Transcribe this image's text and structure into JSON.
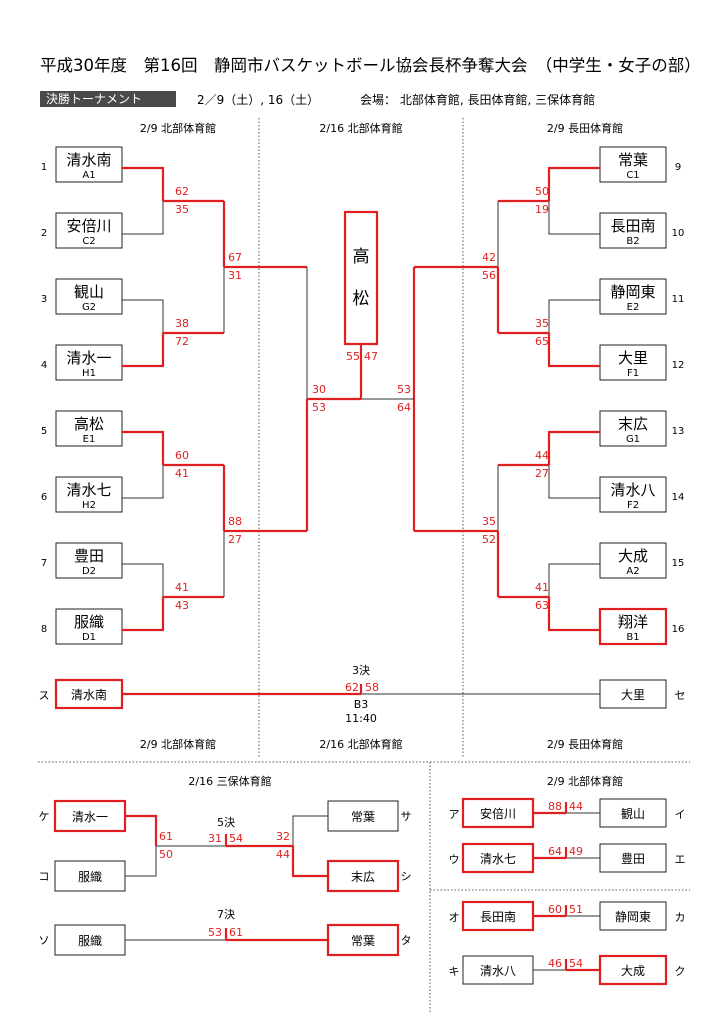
{
  "title": "平成30年度　第16回　静岡市バスケットボール協会長杯争奪大会　（中学生・女子の部）",
  "section_tag": "決勝トーナメント",
  "dates": "2／9（土）, 16（土）",
  "venues": "会場：  北部体育館,  長田体育館,  三保体育館",
  "column_headers": {
    "left": "2/9  北部体育館",
    "center": "2/16  北部体育館",
    "right": "2/9  長田体育館"
  },
  "teams_left": [
    {
      "num": "1",
      "name": "清水南",
      "code": "A1"
    },
    {
      "num": "2",
      "name": "安倍川",
      "code": "C2"
    },
    {
      "num": "3",
      "name": "観山",
      "code": "G2"
    },
    {
      "num": "4",
      "name": "清水一",
      "code": "H1"
    },
    {
      "num": "5",
      "name": "高松",
      "code": "E1"
    },
    {
      "num": "6",
      "name": "清水七",
      "code": "H2"
    },
    {
      "num": "7",
      "name": "豊田",
      "code": "D2"
    },
    {
      "num": "8",
      "name": "服織",
      "code": "D1"
    }
  ],
  "teams_right": [
    {
      "num": "9",
      "name": "常葉",
      "code": "C1"
    },
    {
      "num": "10",
      "name": "長田南",
      "code": "B2"
    },
    {
      "num": "11",
      "name": "静岡東",
      "code": "E2"
    },
    {
      "num": "12",
      "name": "大里",
      "code": "F1"
    },
    {
      "num": "13",
      "name": "末広",
      "code": "G1"
    },
    {
      "num": "14",
      "name": "清水八",
      "code": "F2"
    },
    {
      "num": "15",
      "name": "大成",
      "code": "A2"
    },
    {
      "num": "16",
      "name": "翔洋",
      "code": "B1"
    }
  ],
  "scores": {
    "l_r1_1": [
      "62",
      "35"
    ],
    "l_r1_2": [
      "38",
      "72"
    ],
    "l_r1_3": [
      "60",
      "41"
    ],
    "l_r1_4": [
      "41",
      "43"
    ],
    "l_r2_1": [
      "67",
      "31"
    ],
    "l_r2_2": [
      "88",
      "27"
    ],
    "l_sf": [
      "30",
      "53"
    ],
    "r_r1_1": [
      "50",
      "19"
    ],
    "r_r1_2": [
      "35",
      "65"
    ],
    "r_r1_3": [
      "44",
      "27"
    ],
    "r_r1_4": [
      "41",
      "63"
    ],
    "r_r2_1": [
      "42",
      "56"
    ],
    "r_r2_2": [
      "35",
      "52"
    ],
    "r_sf": [
      "53",
      "64"
    ],
    "final": [
      "55",
      "47"
    ]
  },
  "champion": [
    "高",
    "松"
  ],
  "third_place": {
    "title": "3決",
    "left_mark": "ス",
    "left_team": "清水南",
    "right_mark": "セ",
    "right_team": "大里",
    "scores": [
      "62",
      "58"
    ],
    "court": "B3",
    "time": "11:40"
  },
  "footer_headers": {
    "left": "2/9  北部体育館",
    "center": "2/16  北部体育館",
    "right": "2/9  長田体育館"
  },
  "consolation": {
    "header": "2/16  三保体育館",
    "semi": [
      {
        "mark": "ケ",
        "team": "清水一"
      },
      {
        "mark": "コ",
        "team": "服織"
      },
      {
        "mark": "サ",
        "team": "常葉"
      },
      {
        "mark": "シ",
        "team": "末広"
      }
    ],
    "semi_scores": {
      "left": [
        "61",
        "50"
      ],
      "right": [
        "32",
        "44"
      ]
    },
    "fifth_title": "5決",
    "fifth_scores": [
      "31",
      "54"
    ],
    "seventh": {
      "title": "7決",
      "left_mark": "ソ",
      "left_team": "服織",
      "right_mark": "タ",
      "right_team": "常葉",
      "scores": [
        "53",
        "61"
      ]
    }
  },
  "right_consolation": {
    "header": "2/9  北部体育館",
    "games": [
      {
        "lm": "ア",
        "lt": "安倍川",
        "rm": "イ",
        "rt": "観山",
        "ls": "88",
        "rs": "44",
        "winner": "left"
      },
      {
        "lm": "ウ",
        "lt": "清水七",
        "rm": "エ",
        "rt": "豊田",
        "ls": "64",
        "rs": "49",
        "winner": "left"
      },
      {
        "lm": "オ",
        "lt": "長田南",
        "rm": "カ",
        "rt": "静岡東",
        "ls": "60",
        "rs": "51",
        "winner": "left"
      },
      {
        "lm": "キ",
        "lt": "清水八",
        "rm": "ク",
        "rt": "大成",
        "ls": "46",
        "rs": "54",
        "winner": "right"
      }
    ]
  },
  "colors": {
    "win": "#e02020",
    "line": "#333333"
  }
}
